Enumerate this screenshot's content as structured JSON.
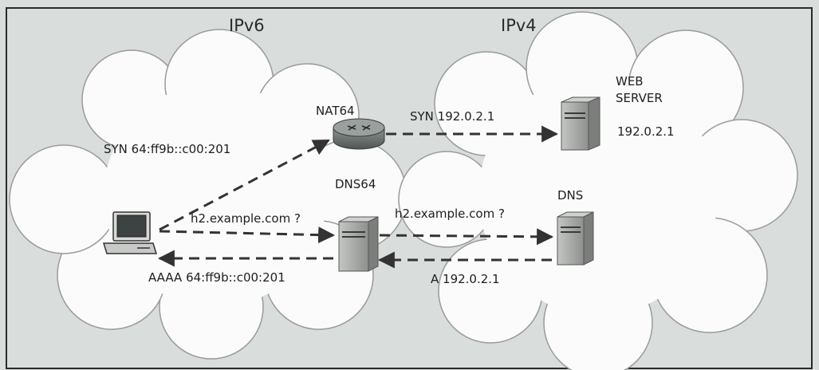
{
  "regions": {
    "ipv6": "IPv6",
    "ipv4": "IPv4"
  },
  "nodes": {
    "nat64": "NAT64",
    "dns64": "DNS64",
    "web_server_line1": "WEB",
    "web_server_line2": "SERVER",
    "web_server_ip": "192.0.2.1",
    "dns": "DNS"
  },
  "messages": {
    "syn_ipv6": "SYN 64:ff9b::c00:201",
    "syn_ipv4": "SYN 192.0.2.1",
    "query_host_to_dns64": "h2.example.com ?",
    "query_dns64_to_dns": "h2.example.com ?",
    "response_a": "A 192.0.2.1",
    "response_aaaa": "AAAA 64:ff9b::c00:201"
  },
  "colors": {
    "background": "#d9dedc",
    "cloud_fill": "#fbfbfb",
    "cloud_stroke": "#9a9a9a",
    "arrow": "#333333",
    "server_body": "#a8aaa8",
    "router_body": "#6e7472"
  }
}
